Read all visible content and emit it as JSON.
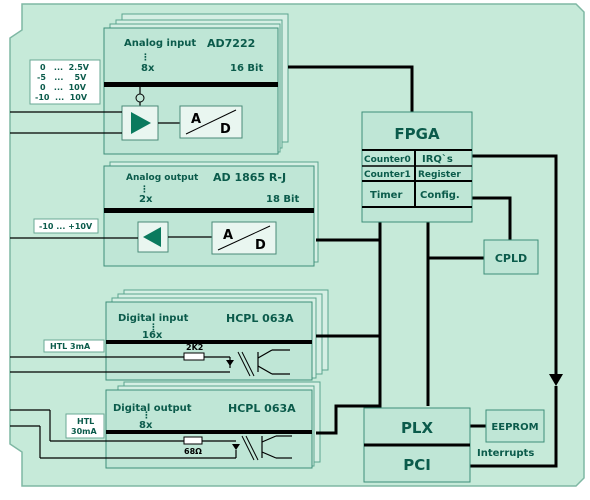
{
  "analog_input": {
    "title": "Analog input",
    "chip": "AD7222",
    "channels": "8x",
    "resolution": "16 Bit",
    "ranges": [
      "0   ...  2.5V",
      "-5   ...    5V",
      "0   ...  10V",
      "-10  ...  10V"
    ],
    "adc_a": "A",
    "adc_d": "D"
  },
  "analog_output": {
    "title": "Analog output",
    "chip": "AD 1865 R-J",
    "channels": "2x",
    "resolution": "18 Bit",
    "range": "-10 ... +10V",
    "dac_a": "A",
    "dac_d": "D"
  },
  "digital_input": {
    "title": "Digital input",
    "chip": "HCPL 063A",
    "channels": "16x",
    "level": "HTL 3mA",
    "resistor": "2K2"
  },
  "digital_output": {
    "title": "Digital output",
    "chip": "HCPL 063A",
    "channels": "8x",
    "level_line1": "HTL",
    "level_line2": "30mA",
    "resistor": "68Ω"
  },
  "fpga": {
    "title": "FPGA",
    "cells": [
      "Counter0",
      "IRQ`s",
      "Counter1",
      "Register",
      "Timer",
      "Config."
    ]
  },
  "cpld": "CPLD",
  "plx": "PLX",
  "pci": "PCI",
  "eeprom": "EEPROM",
  "interrupts": "Interrupts",
  "colors": {
    "board": "#c6ead9",
    "card": "#bfe6d6",
    "text": "#0b5b4b",
    "accent": "#0a7a5e"
  }
}
